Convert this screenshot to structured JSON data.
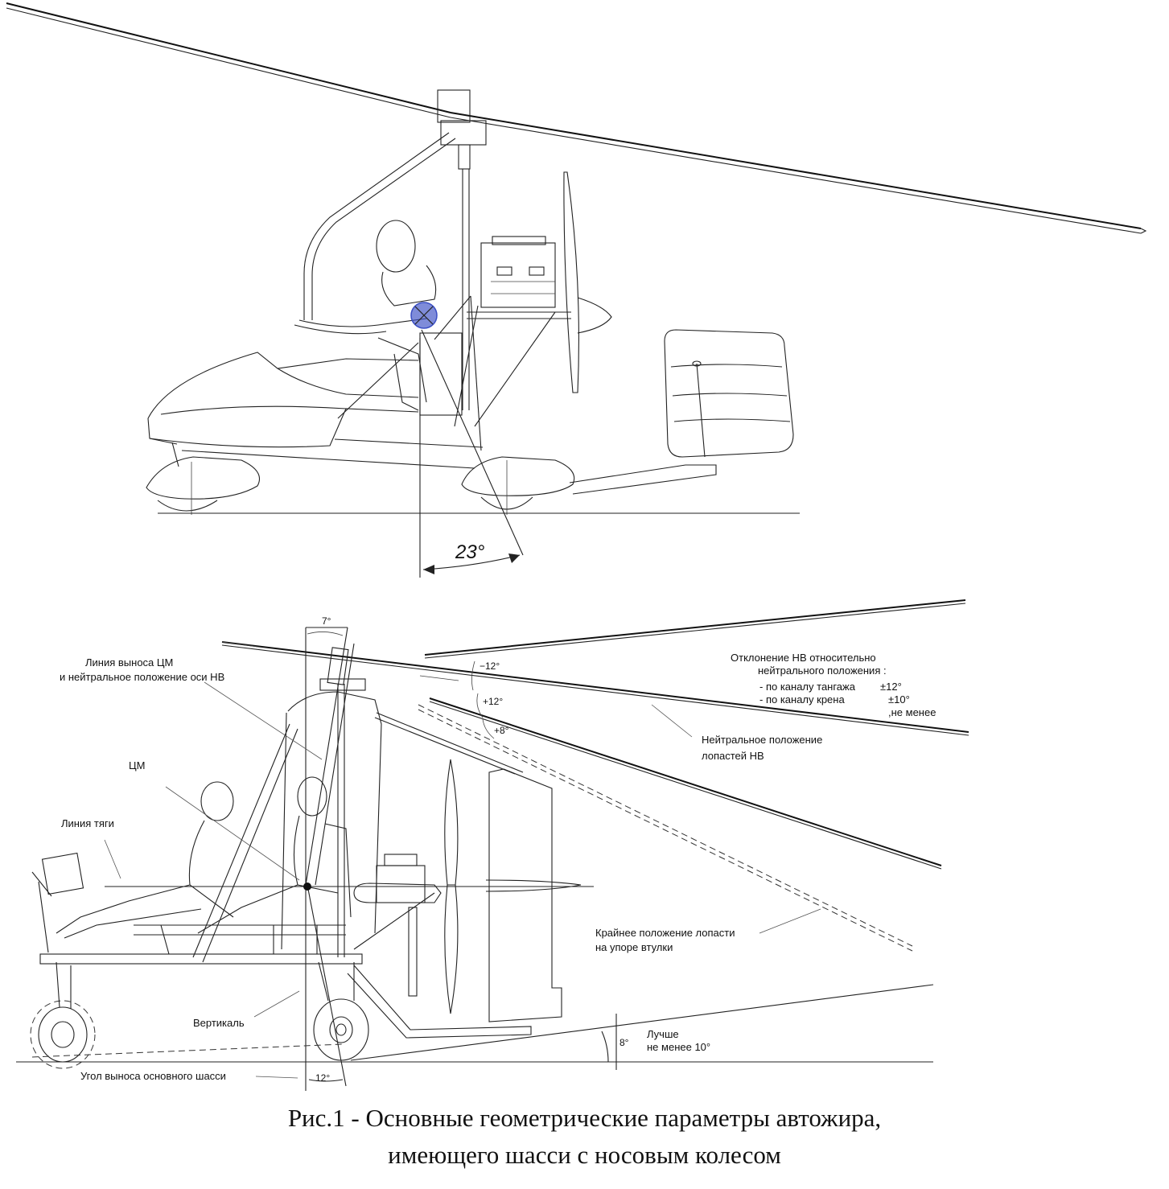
{
  "top_view": {
    "angle_label": "23°"
  },
  "bottom_view": {
    "labels": {
      "angle_7": "7°",
      "cm_line": [
        "Линия выноса ЦМ",
        "и нейтральное положение оси НВ"
      ],
      "cm": "ЦМ",
      "thrust_line": "Линия тяги",
      "vertical": "Вертикаль",
      "main_gear_angle": "Угол выноса основного шасси",
      "angle_12_bottom": "12°",
      "deviation_title": [
        "Отклонение НВ относительно",
        "нейтрального положения :"
      ],
      "pitch_channel": "- по каналу тангажа",
      "pitch_value": "±12°",
      "roll_channel": "- по каналу крена",
      "roll_value": "±10°",
      "not_less": ",не менее",
      "minus12": "−12°",
      "plus12": "+12°",
      "plus8": "+8°",
      "neutral_blades": [
        "Нейтральное положение",
        "лопастей НВ"
      ],
      "extreme_blade": [
        "Крайнее положение лопасти",
        "на упоре втулки"
      ],
      "angle_8": "8°",
      "better": [
        "Лучше",
        "не менее 10°"
      ]
    }
  },
  "caption": [
    "Рис.1 - Основные геометрические параметры автожира,",
    "имеющего шасси с носовым колесом"
  ],
  "colors": {
    "cm_marker": "#3b4fc4",
    "line": "#222222"
  }
}
